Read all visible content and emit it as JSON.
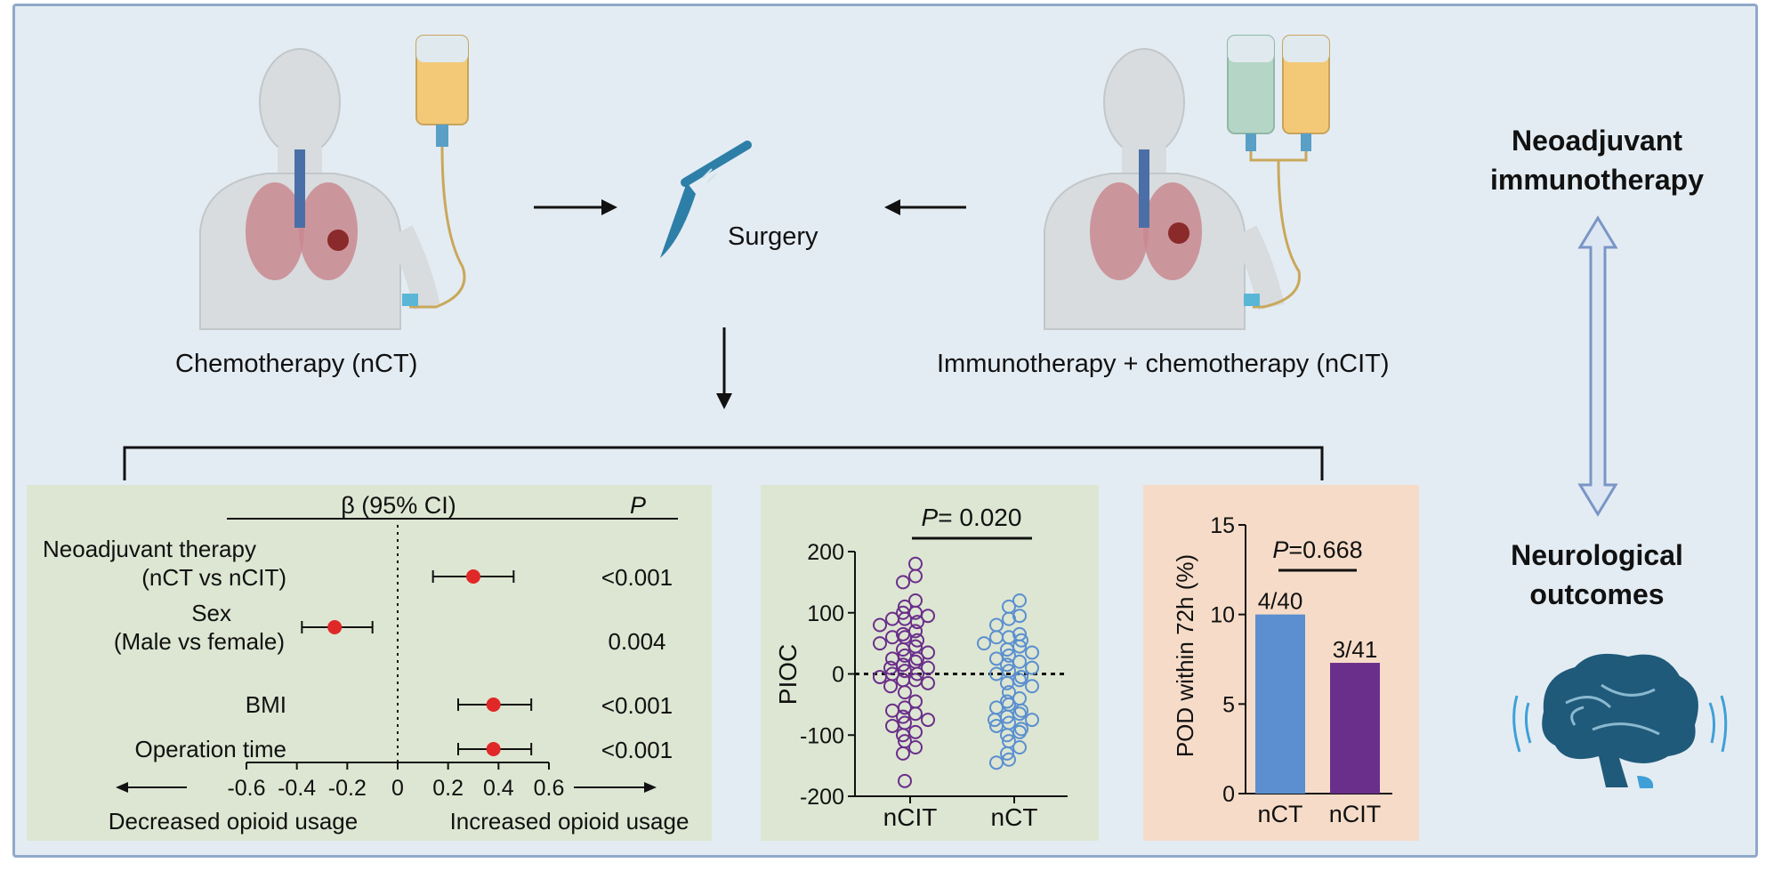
{
  "top": {
    "left_label": "Chemotherapy (nCT)",
    "right_label": "Immunotherapy + chemotherapy (nCIT)",
    "surgery_label": "Surgery"
  },
  "side": {
    "top_label_line1": "Neoadjuvant",
    "top_label_line2": "immunotherapy",
    "bottom_label_line1": "Neurological",
    "bottom_label_line2": "outcomes"
  },
  "colors": {
    "frame_bg": "#e4ecf3",
    "forest_bg": "#dde6d2",
    "scatter_bg": "#dde6d2",
    "bar_bg": "#f6dcc8",
    "point_red": "#e02828",
    "ncit_purple": "#6a2f8a",
    "nct_blue": "#5b8fcf",
    "arrow_outline": "#7a96c6",
    "brain": "#1f5a7a"
  },
  "forest": {
    "header_beta": "β (95% CI)",
    "header_p": "P",
    "rows": [
      {
        "line1": "Neoadjuvant therapy",
        "line2": "(nCT vs nCIT)",
        "est": 0.3,
        "lo": 0.14,
        "hi": 0.46,
        "p": "<0.001"
      },
      {
        "line1": "Sex",
        "line2": "(Male vs female)",
        "est": -0.25,
        "lo": -0.38,
        "hi": -0.1,
        "p": "0.004"
      },
      {
        "line1": "BMI",
        "line2": "",
        "est": 0.38,
        "lo": 0.24,
        "hi": 0.53,
        "p": "<0.001"
      },
      {
        "line1": "Operation time",
        "line2": "",
        "est": 0.38,
        "lo": 0.24,
        "hi": 0.53,
        "p": "<0.001"
      }
    ],
    "ticks": [
      "-0.6",
      "-0.4",
      "-0.2",
      "0",
      "0.2",
      "0.4",
      "0.6"
    ],
    "xlim": [
      -0.6,
      0.6
    ],
    "left_caption": "Decreased opioid usage",
    "right_caption": "Increased opioid usage"
  },
  "chart_data": [
    {
      "type": "scatter",
      "ylabel": "PIOC",
      "ylim": [
        -200,
        200
      ],
      "yticks": [
        "200",
        "100",
        "0",
        "-100",
        "-200"
      ],
      "categories": [
        "nCIT",
        "nCT"
      ],
      "annotation_prefix": "P",
      "annotation_value": "= 0.020",
      "series": [
        {
          "name": "nCIT",
          "values": [
            180,
            160,
            150,
            120,
            110,
            100,
            100,
            95,
            90,
            90,
            85,
            80,
            70,
            65,
            60,
            60,
            55,
            50,
            45,
            40,
            35,
            30,
            25,
            25,
            20,
            15,
            10,
            10,
            5,
            0,
            0,
            -5,
            -10,
            -10,
            -15,
            -20,
            -30,
            -45,
            -55,
            -60,
            -65,
            -70,
            -75,
            -80,
            -85,
            -95,
            -100,
            -110,
            -120,
            -130,
            -175
          ]
        },
        {
          "name": "nCT",
          "values": [
            120,
            110,
            95,
            90,
            80,
            65,
            60,
            60,
            55,
            50,
            45,
            40,
            35,
            30,
            25,
            20,
            15,
            10,
            5,
            0,
            -5,
            -10,
            -15,
            -20,
            -30,
            -40,
            -45,
            -50,
            -55,
            -60,
            -65,
            -70,
            -75,
            -75,
            -80,
            -85,
            -90,
            -95,
            -100,
            -110,
            -120,
            -130,
            -140,
            -145
          ]
        }
      ]
    },
    {
      "type": "bar",
      "ylabel": "POD within 72h (%)",
      "ylim": [
        0,
        15
      ],
      "yticks": [
        "15",
        "10",
        "5",
        "0"
      ],
      "categories": [
        "nCT",
        "nCIT"
      ],
      "values": [
        10.0,
        7.3
      ],
      "data_labels": [
        "4/40",
        "3/41"
      ],
      "annotation_prefix": "P",
      "annotation_value": "=0.668"
    }
  ]
}
